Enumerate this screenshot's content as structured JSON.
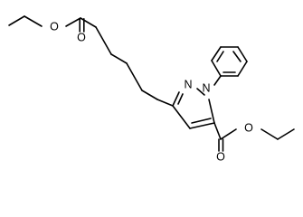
{
  "molecule": {
    "atom_labels": {
      "ester_o_single_top": "O",
      "ester_o_double_top": "O",
      "pyrazole_n2": "N",
      "pyrazole_n1": "N",
      "ester_o_double_bottom": "O",
      "ester_o_single_bottom": "O"
    },
    "colors": {
      "bond": "#000000",
      "text": "#000000",
      "background": "#ffffff"
    }
  }
}
